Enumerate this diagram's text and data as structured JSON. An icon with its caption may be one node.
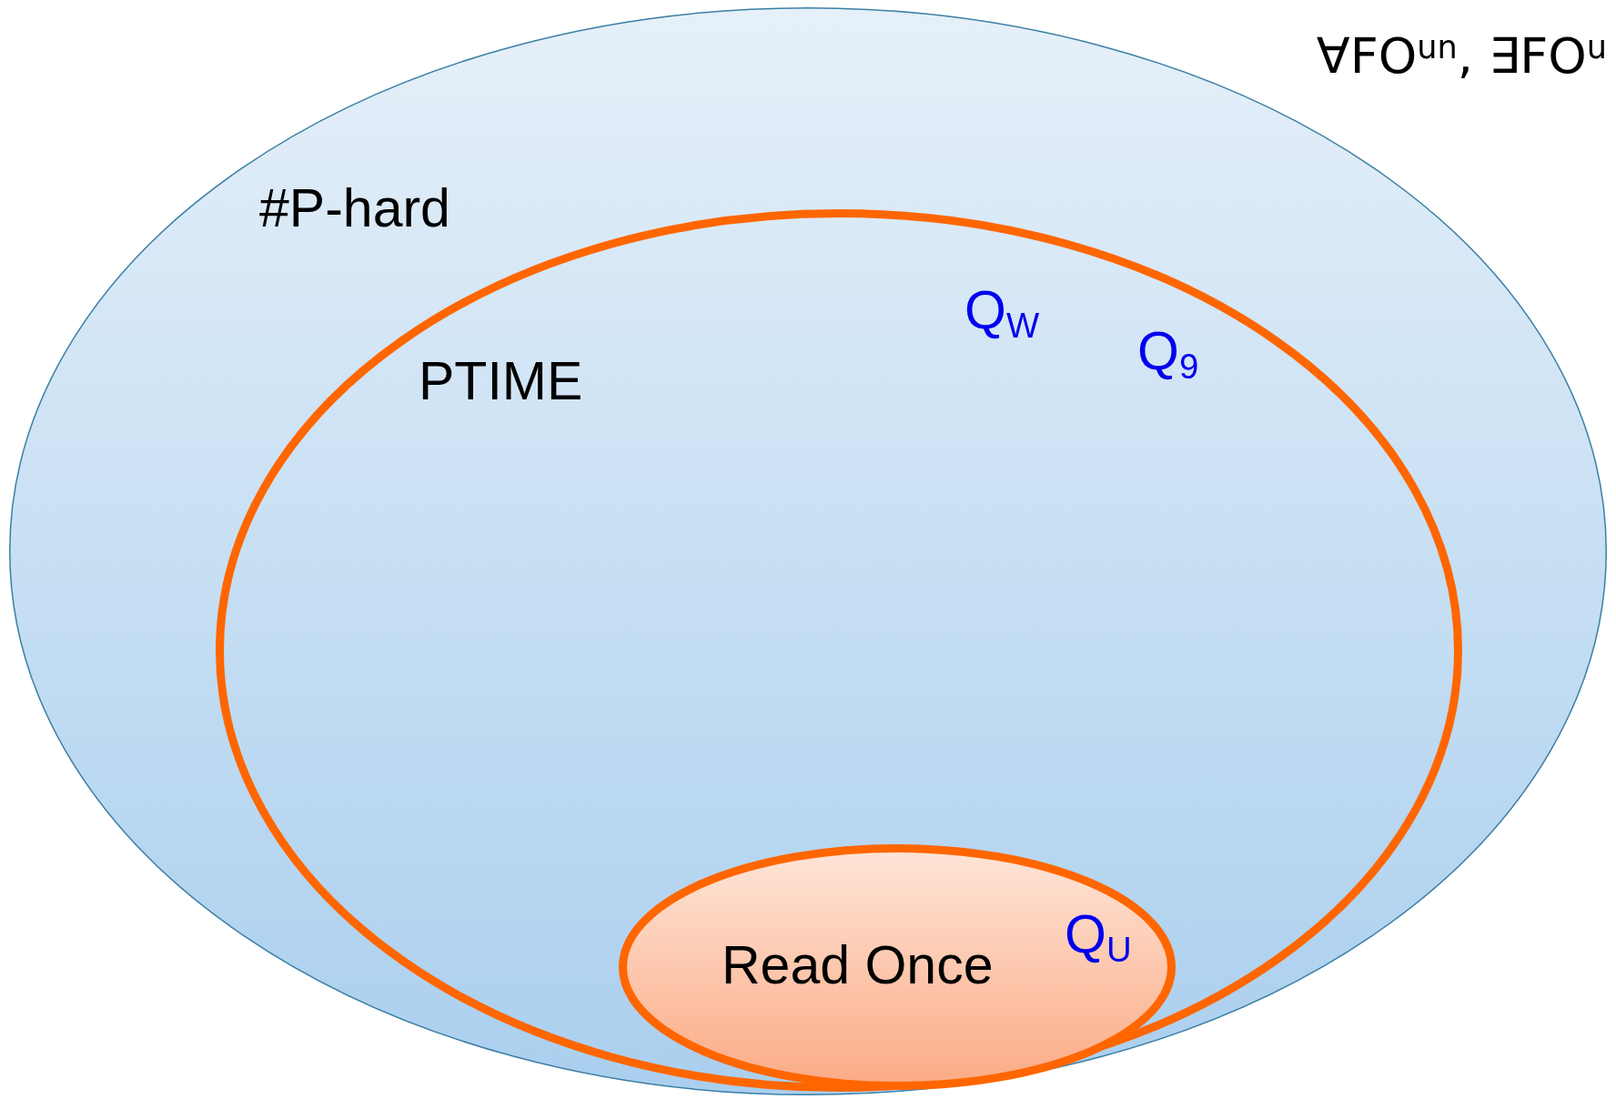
{
  "diagram": {
    "nodes": [
      {
        "text": [
          "#P-hard"
        ]
      },
      {
        "text": [
          "PTIME",
          "Q$_{W}$",
          "Q$_{9}$"
        ],
        "in": 0
      },
      {
        "text": [
          "Read Once",
          "Q$_{U}$"
        ],
        "in": 1
      }
    ],
    "labels": [
      "∀FO$^{un}$, ∃FO$^{u}$"
    ]
  }
}
